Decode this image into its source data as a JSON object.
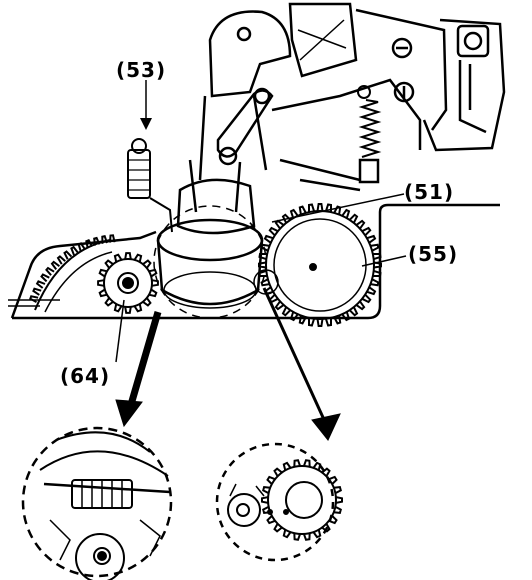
{
  "labels": {
    "part_53": "(53)",
    "part_51": "(51)",
    "part_55": "(55)",
    "part_64": "(64)"
  },
  "colors": {
    "ink": "#000000",
    "paper": "#ffffff"
  }
}
